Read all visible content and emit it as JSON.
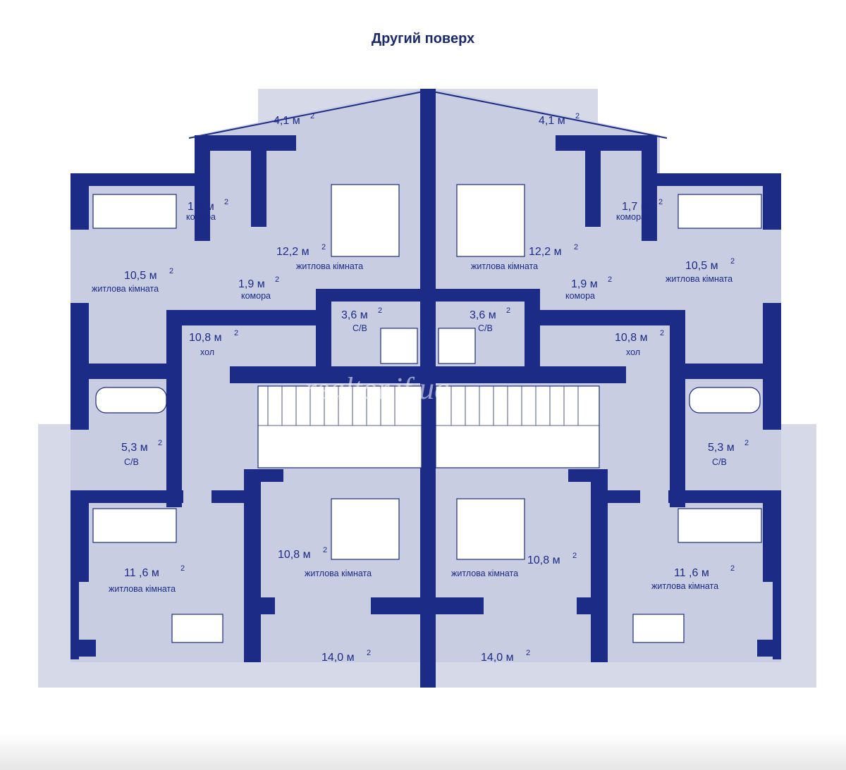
{
  "title": "Другий поверх",
  "watermark": "realtor.if.ua",
  "colors": {
    "wall": "#1c2b86",
    "floor": "#c9cde2",
    "outdoor": "#d6d9e8",
    "text": "#1c2b86"
  },
  "rooms": [
    {
      "id": "balcony-top-left",
      "area": "4,1 м",
      "sup": "2",
      "label": ""
    },
    {
      "id": "balcony-top-right",
      "area": "4,1 м",
      "sup": "2",
      "label": ""
    },
    {
      "id": "pantry-left",
      "area": "1,7 м",
      "sup": "2",
      "label": "комора"
    },
    {
      "id": "pantry-right",
      "area": "1,7 м",
      "sup": "2",
      "label": "комора"
    },
    {
      "id": "bedroom-top-left",
      "area": "12,2 м",
      "sup": "2",
      "label": "житлова кімната"
    },
    {
      "id": "bedroom-top-right",
      "area": "12,2 м",
      "sup": "2",
      "label": "житлова кімната"
    },
    {
      "id": "room-left",
      "area": "10,5 м",
      "sup": "2",
      "label": "житлова кімната"
    },
    {
      "id": "room-right",
      "area": "10,5 м",
      "sup": "2",
      "label": "житлова кімната"
    },
    {
      "id": "closet-left",
      "area": "1,9 м",
      "sup": "2",
      "label": "комора"
    },
    {
      "id": "closet-right",
      "area": "1,9 м",
      "sup": "2",
      "label": "комора"
    },
    {
      "id": "wc-top-left",
      "area": "3,6 м",
      "sup": "2",
      "label": "С/В"
    },
    {
      "id": "wc-top-right",
      "area": "3,6 м",
      "sup": "2",
      "label": "С/В"
    },
    {
      "id": "hall-left",
      "area": "10,8 м",
      "sup": "2",
      "label": "хол"
    },
    {
      "id": "hall-right",
      "area": "10,8 м",
      "sup": "2",
      "label": "хол"
    },
    {
      "id": "bath-left",
      "area": "5,3 м",
      "sup": "2",
      "label": "С/В"
    },
    {
      "id": "bath-right",
      "area": "5,3 м",
      "sup": "2",
      "label": "С/В"
    },
    {
      "id": "bedroom-bottom-left",
      "area": "10,8 м",
      "sup": "2",
      "label": "житлова кімната"
    },
    {
      "id": "bedroom-bottom-right",
      "area": "10,8 м",
      "sup": "2",
      "label": "житлова кімната"
    },
    {
      "id": "room-bottom-left",
      "area": "11 ,6 м",
      "sup": "2",
      "label": "житлова кімната"
    },
    {
      "id": "room-bottom-right",
      "area": "11 ,6 м",
      "sup": "2",
      "label": "житлова кімната"
    },
    {
      "id": "terrace-left",
      "area": "14,0 м",
      "sup": "2",
      "label": ""
    },
    {
      "id": "terrace-right",
      "area": "14,0 м",
      "sup": "2",
      "label": ""
    }
  ]
}
